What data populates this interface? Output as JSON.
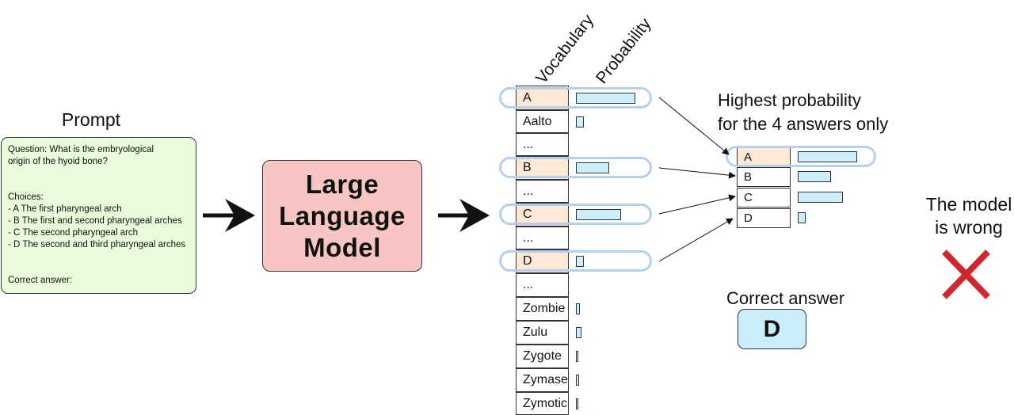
{
  "prompt": {
    "title": "Prompt",
    "question_lines": [
      "Question: What is the embryological",
      "origin of the hyoid bone?"
    ],
    "choices_lines": [
      "Choices:",
      "- A The first pharyngeal arch",
      "- B The first and second pharyngeal arches",
      "- C The second pharyngeal arch",
      "- D The second and third pharyngeal arches"
    ],
    "correct_line": "Correct answer:"
  },
  "model": {
    "lines": [
      "Large",
      "Language",
      "Model"
    ]
  },
  "vocab": {
    "header_vocabulary": "Vocabulary",
    "header_probability": "Probability",
    "rows": [
      {
        "token": "A",
        "prob": 0.58,
        "highlight": true
      },
      {
        "token": "Aalto",
        "prob": 0.08,
        "highlight": false
      },
      {
        "token": "...",
        "prob": null,
        "highlight": false
      },
      {
        "token": "B",
        "prob": 0.32,
        "highlight": true
      },
      {
        "token": "...",
        "prob": null,
        "highlight": false
      },
      {
        "token": "C",
        "prob": 0.44,
        "highlight": true
      },
      {
        "token": "...",
        "prob": null,
        "highlight": false
      },
      {
        "token": "D",
        "prob": 0.08,
        "highlight": true
      },
      {
        "token": "...",
        "prob": null,
        "highlight": false
      },
      {
        "token": "Zombie",
        "prob": 0.04,
        "highlight": false
      },
      {
        "token": "Zulu",
        "prob": 0.05,
        "highlight": false
      },
      {
        "token": "Zygote",
        "prob": 0.02,
        "highlight": false
      },
      {
        "token": "Zymase",
        "prob": 0.03,
        "highlight": false
      },
      {
        "token": "Zymotic",
        "prob": 0.02,
        "highlight": false
      }
    ]
  },
  "answers": {
    "heading_lines": [
      "Highest probability",
      "for the 4 answers only"
    ],
    "rows": [
      {
        "token": "A",
        "prob": 0.58
      },
      {
        "token": "B",
        "prob": 0.32
      },
      {
        "token": "C",
        "prob": 0.44
      },
      {
        "token": "D",
        "prob": 0.08
      }
    ]
  },
  "correct": {
    "label": "Correct answer",
    "value": "D"
  },
  "verdict": {
    "lines": [
      "The model",
      "is wrong"
    ],
    "icon": "cross-icon",
    "icon_color": "#d0262e"
  },
  "colors": {
    "bar_fill": "#cdeffa",
    "highlight_fill": "#fde9d6",
    "oval_stroke": "#b5cfee",
    "prompt_bg": "#e9fbda",
    "model_bg": "#f8c6c2",
    "answer_bg": "#c9eefa"
  }
}
